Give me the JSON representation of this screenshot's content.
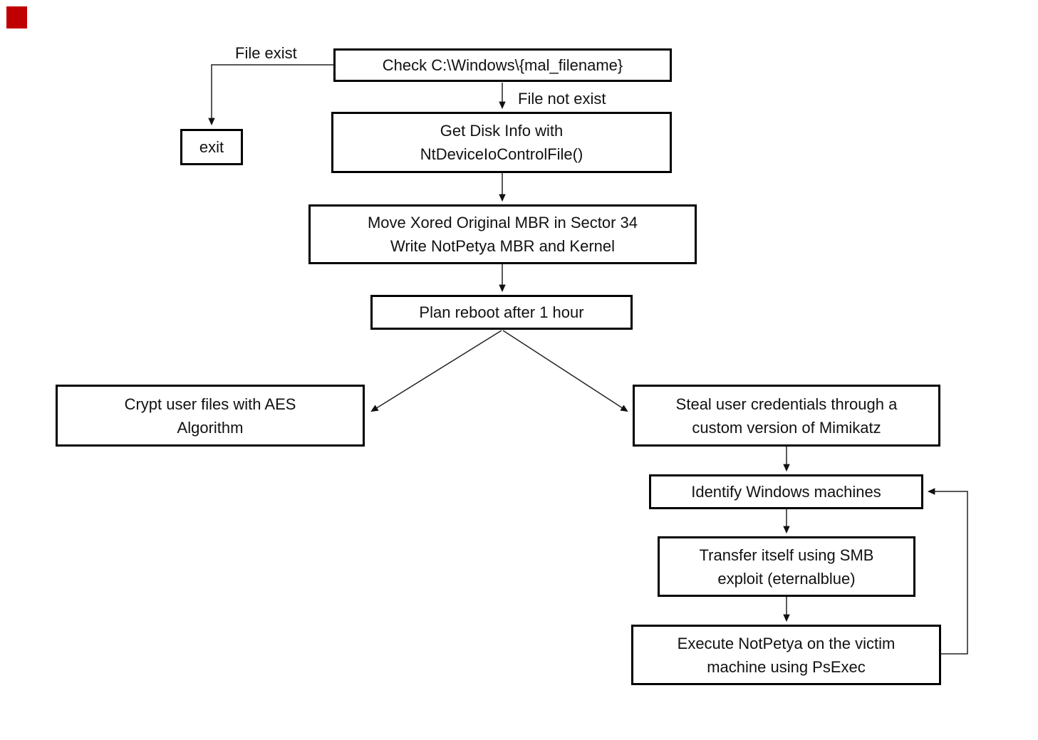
{
  "diagram": {
    "type": "flowchart",
    "subject": "NotPetya behavior flow",
    "nodes": {
      "check": "Check C:\\Windows\\{mal_filename}",
      "exit": "exit",
      "get_disk_info": "Get Disk Info with\nNtDeviceIoControlFile()",
      "move_mbr": "Move Xored Original MBR in Sector 34\nWrite NotPetya MBR and Kernel",
      "plan_reboot": "Plan reboot after 1 hour",
      "crypt_files": "Crypt user files with AES\nAlgorithm",
      "steal_credentials": "Steal user credentials through a\ncustom version of Mimikatz",
      "identify_machines": "Identify Windows machines",
      "transfer_smb": "Transfer itself using SMB\nexploit (eternalblue)",
      "execute_psexec": "Execute NotPetya on the victim\nmachine using PsExec"
    },
    "edge_labels": {
      "file_exist": "File exist",
      "file_not_exist": "File not exist"
    },
    "colors": {
      "background": "#ffffff",
      "box_border": "#000000",
      "connector": "#222222",
      "corner_marker_red": "#c00000"
    }
  }
}
